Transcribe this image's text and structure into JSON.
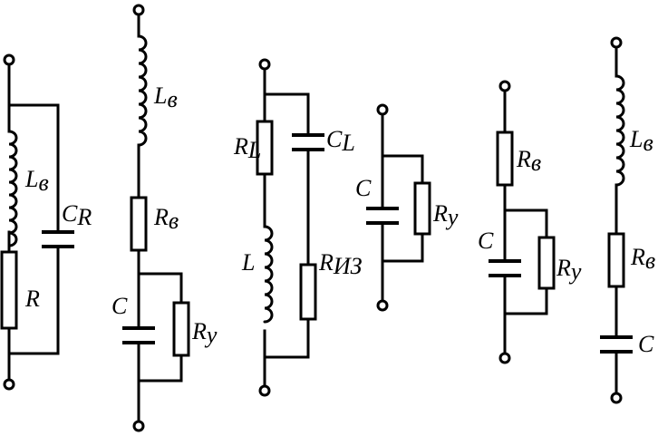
{
  "circuits": [
    {
      "labels": [
        {
          "sym": "L",
          "sub": "в"
        },
        {
          "sym": "C",
          "sub": "R"
        },
        {
          "sym": "R",
          "sub": ""
        }
      ]
    },
    {
      "labels": [
        {
          "sym": "L",
          "sub": "в"
        },
        {
          "sym": "R",
          "sub": "в"
        },
        {
          "sym": "C",
          "sub": ""
        },
        {
          "sym": "R",
          "sub": "у"
        }
      ]
    },
    {
      "labels": [
        {
          "sym": "R",
          "sub": "L"
        },
        {
          "sym": "C",
          "sub": "L"
        },
        {
          "sym": "L",
          "sub": ""
        },
        {
          "sym": "R",
          "sub": "ИЗ"
        }
      ]
    },
    {
      "labels": [
        {
          "sym": "C",
          "sub": ""
        },
        {
          "sym": "R",
          "sub": "у"
        }
      ]
    },
    {
      "labels": [
        {
          "sym": "R",
          "sub": "в"
        },
        {
          "sym": "C",
          "sub": ""
        },
        {
          "sym": "R",
          "sub": "у"
        }
      ]
    },
    {
      "labels": [
        {
          "sym": "L",
          "sub": "в"
        },
        {
          "sym": "R",
          "sub": "в"
        },
        {
          "sym": "C",
          "sub": ""
        }
      ]
    }
  ]
}
